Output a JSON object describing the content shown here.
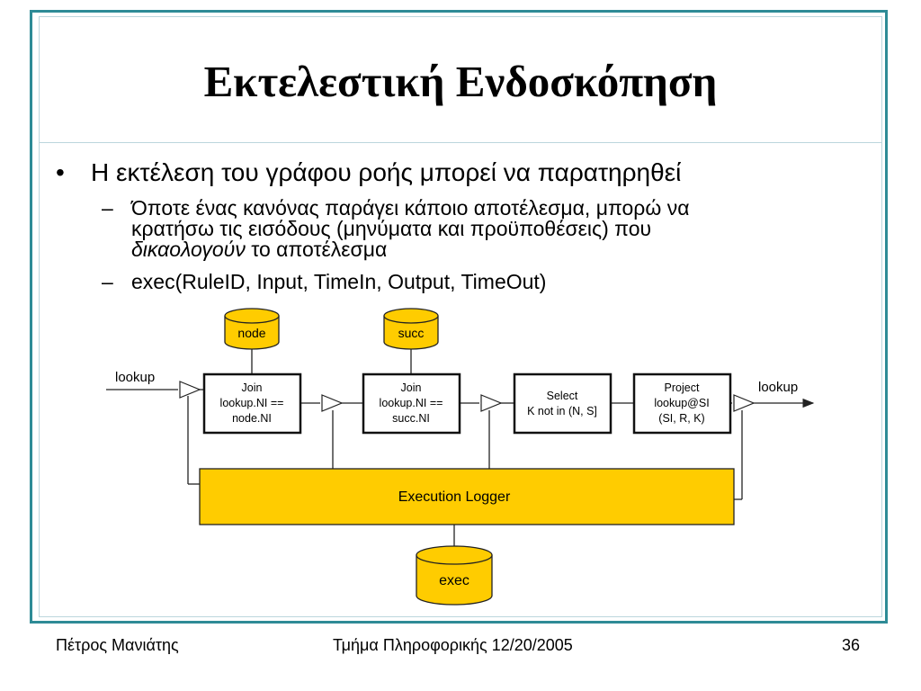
{
  "slide": {
    "title": "Εκτελεστική Ενδοσκόπηση",
    "bullet": "Η εκτέλεση του γράφου ροής μπορεί να παρατηρηθεί",
    "sub1_line1": "Όποτε ένας κανόνας παράγει κάποιο αποτέλεσμα, μπορώ να",
    "sub1_line2": "κρατήσω τις εισόδους (μηνύματα και προϋποθέσεις) που",
    "sub1_line3_italic": "δικαολογούν",
    "sub1_line3_rest": " το αποτέλεσμα",
    "sub2": "exec(RuleID, Input, TimeIn, Output, TimeOut)",
    "bullet_symbol": "•",
    "dash_symbol": "–"
  },
  "diagram": {
    "db_node": "node",
    "db_succ": "succ",
    "db_exec": "exec",
    "input_label": "lookup",
    "output_label": "lookup",
    "box1": [
      "Join",
      "lookup.NI ==",
      "node.NI"
    ],
    "box2": [
      "Join",
      "lookup.NI ==",
      "succ.NI"
    ],
    "box3": [
      "Select",
      "K not in (N, S]"
    ],
    "box4": [
      "Project",
      "lookup@SI",
      "(SI, R, K)"
    ],
    "logger": "Execution Logger",
    "colors": {
      "fill": "#ffcc00",
      "stroke": "#222222",
      "frame": "#2e8b96"
    }
  },
  "footer": {
    "author": "Πέτρος Μανιάτης",
    "dept_date": "Τμήμα Πληροφορικής 12/20/2005",
    "page": "36"
  }
}
